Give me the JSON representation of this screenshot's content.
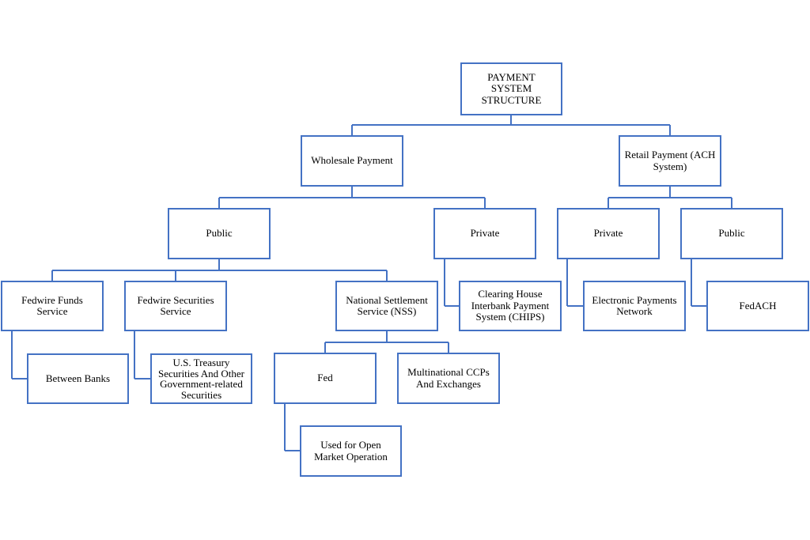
{
  "diagram": {
    "root": "PAYMENT\nSYSTEM\nSTRUCTURE",
    "wholesale": "Wholesale Payment",
    "retail": "Retail Payment (ACH\nSystem)",
    "wholesale_public": "Public",
    "wholesale_private": "Private",
    "retail_private": "Private",
    "retail_public": "Public",
    "fedwire_funds": "Fedwire Funds\nService",
    "fedwire_securities": "Fedwire Securities\nService",
    "nss": "National Settlement\nService (NSS)",
    "chips": "Clearing House\nInterbank Payment\nSystem (CHIPS)",
    "epn": "Electronic Payments\nNetwork",
    "fedach": "FedACH",
    "between_banks": "Between Banks",
    "treasury": "U.S. Treasury\nSecurities And Other\nGovernment-related\nSecurities",
    "fed": "Fed",
    "ccps": "Multinational CCPs\nAnd Exchanges",
    "open_market": "Used for Open\nMarket Operation"
  },
  "colors": {
    "border": "#4472c4",
    "text": "#000000",
    "background": "#ffffff"
  }
}
